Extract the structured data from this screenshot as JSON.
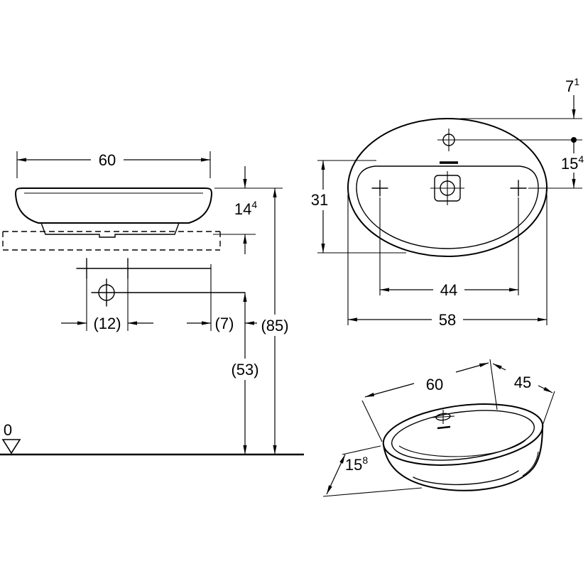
{
  "front_view": {
    "width": "60",
    "basin_height": {
      "base": "14",
      "sup": "4"
    },
    "tap_hole_spacing": "(12)",
    "offset": "(7)",
    "rim_height": "(85)",
    "outlet_height": "(53)",
    "ground_level": "0"
  },
  "plan_view": {
    "edge_to_tap": {
      "base": "7",
      "sup": "1"
    },
    "tap_to_drain": {
      "base": "15",
      "sup": "4"
    },
    "bowl_width": "31",
    "fixing_hole_span": "44",
    "length": "58"
  },
  "perspective_view": {
    "length": "60",
    "depth": "45",
    "height": {
      "base": "15",
      "sup": "8"
    }
  }
}
